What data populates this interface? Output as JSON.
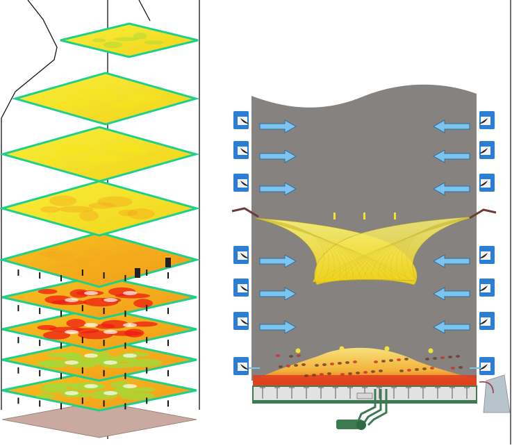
{
  "figure": {
    "left_panel": {
      "slices": [
        {
          "level": 1,
          "dominant": "green-yellow"
        },
        {
          "level": 2,
          "dominant": "yellow"
        },
        {
          "level": 3,
          "dominant": "yellow"
        },
        {
          "level": 4,
          "dominant": "yellow-orange"
        },
        {
          "level": 5,
          "dominant": "orange"
        },
        {
          "level": 6,
          "dominant": "orange-red"
        },
        {
          "level": 7,
          "dominant": "red"
        },
        {
          "level": 8,
          "dominant": "red-green"
        },
        {
          "level": 9,
          "dominant": "orange-green"
        }
      ],
      "colors": {
        "edge": "#1fd08a",
        "yellow": "#f6e61a",
        "orange": "#f4a91c",
        "red": "#ee1c12",
        "green": "#9fdc3a",
        "base": "#c9a9a0"
      }
    },
    "right_panel": {
      "left_nozzle_count": 7,
      "right_nozzle_count": 7,
      "colors": {
        "chamber": "#858280",
        "nozzle": "#2c7dd4",
        "arrow": "#7cc3ee",
        "spray": "#f2e531",
        "bed": "#f4c64d",
        "grate": "#e0e0e0",
        "pipe": "#3d7a52"
      }
    }
  }
}
